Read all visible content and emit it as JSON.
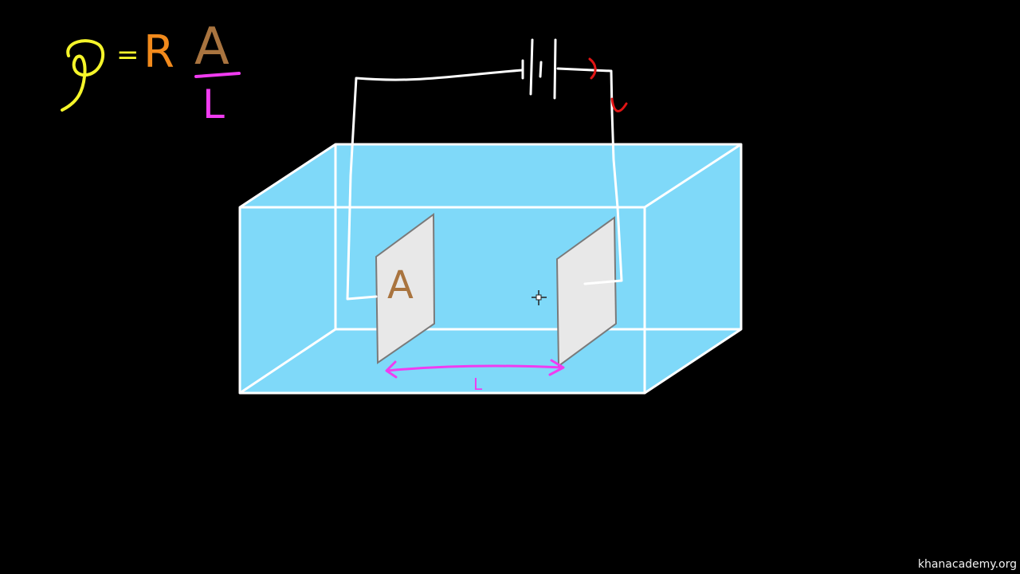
{
  "formula": {
    "rho_symbol": "ρ",
    "equals": "=",
    "resistance": "R",
    "area": "A",
    "length": "L"
  },
  "diagram": {
    "plate_label": "A",
    "distance_label": "L"
  },
  "watermark": "khanacademy.org",
  "colors": {
    "background": "#000000",
    "rho": "#f5f52a",
    "resistance": "#f28a1c",
    "area": "#a9743f",
    "length": "#f03cf0",
    "solution_fill": "#7fd9f9",
    "plate_fill": "#e8e8e8",
    "wire": "#ffffff",
    "battery_marks": "#e01515"
  },
  "icons": {
    "battery": "battery-symbol-icon",
    "cursor": "crosshair-cursor-icon"
  }
}
